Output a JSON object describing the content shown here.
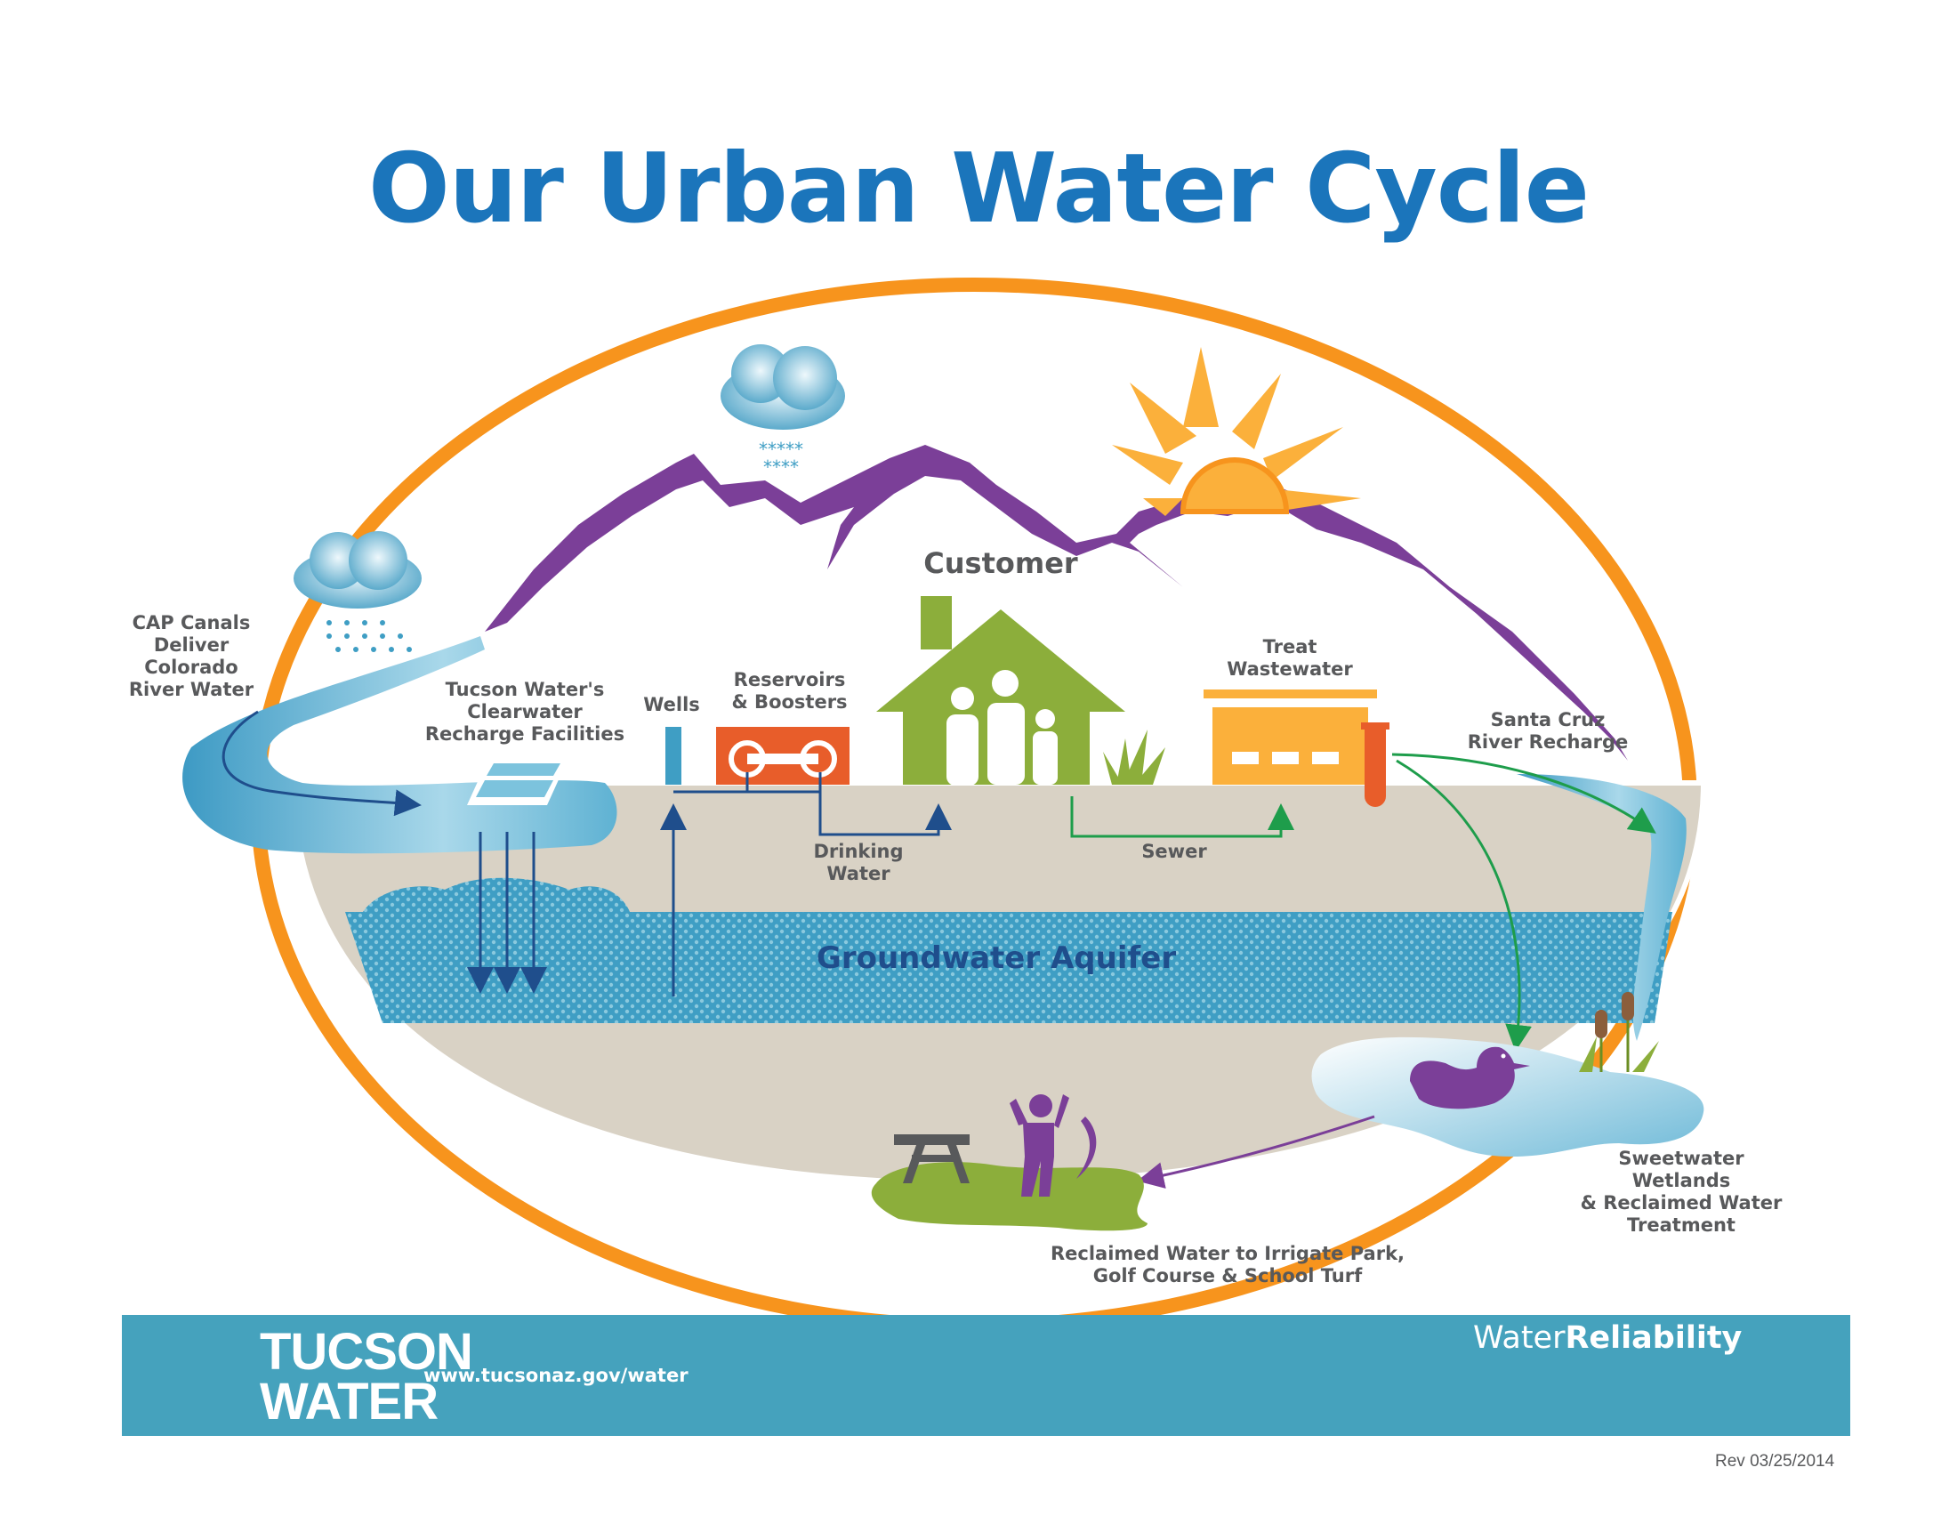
{
  "title": "Our Urban Water Cycle",
  "labels": {
    "cap": [
      "CAP Canals",
      "Deliver",
      "Colorado",
      "River Water"
    ],
    "recharge": [
      "Tucson Water's",
      "Clearwater",
      "Recharge Facilities"
    ],
    "wells": "Wells",
    "reservoirs": [
      "Reservoirs",
      "& Boosters"
    ],
    "customer": "Customer",
    "treat": [
      "Treat",
      "Wastewater"
    ],
    "santa_cruz": [
      "Santa Cruz",
      "River Recharge"
    ],
    "drinking": [
      "Drinking",
      "Water"
    ],
    "sewer": "Sewer",
    "aquifer": "Groundwater Aquifer",
    "sweetwater": [
      "Sweetwater",
      "Wetlands",
      "& Reclaimed Water",
      "Treatment"
    ],
    "reclaimed": [
      "Reclaimed Water to Irrigate Park,",
      "Golf Course & School Turf"
    ]
  },
  "footer": {
    "brand_line1": "TUCSON",
    "brand_line2": "WATER",
    "url": "www.tucsonaz.gov/water",
    "program_light": "Water",
    "program_bold": "Reliability"
  },
  "revision": "Rev 03/25/2014",
  "colors": {
    "title": "#1b75bb",
    "ellipse": "#f7941d",
    "mountains": "#7b3f98",
    "ground": "#d9d2c5",
    "aquifer": "#3f9ec4",
    "house": "#8cae3b",
    "reservoir": "#e85d2a",
    "plant": "#fbb03b",
    "footer": "#45a2bd",
    "arrow_blue": "#1f4e8c",
    "arrow_green": "#1e9d4b",
    "arrow_purple": "#7b3f98"
  }
}
